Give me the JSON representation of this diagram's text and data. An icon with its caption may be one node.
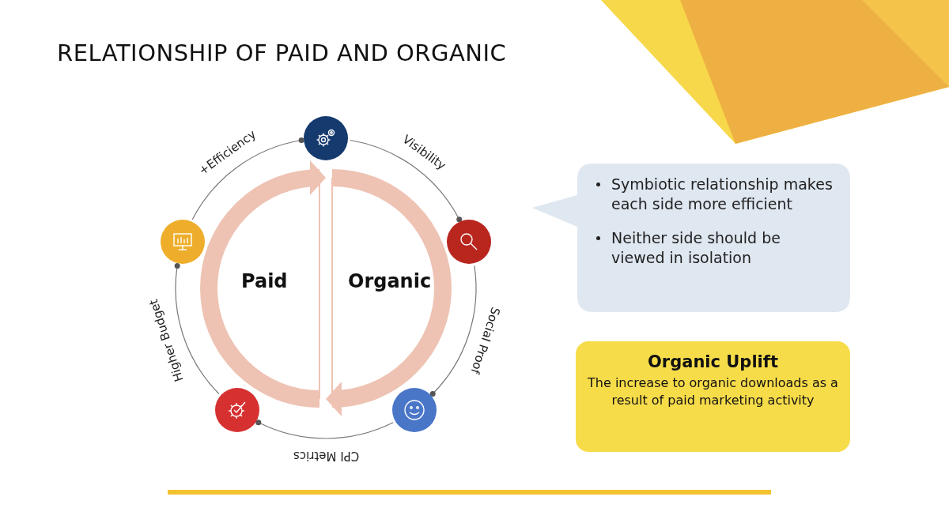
{
  "diagram": {
    "title": "RELATIONSHIP OF PAID AND ORGANIC",
    "nodes": [
      {
        "text": [],
        "shape": "circle"
      },
      {
        "text": [],
        "shape": "circle"
      },
      {
        "text": [],
        "shape": "circle"
      },
      {
        "text": [],
        "shape": "circle"
      },
      {
        "text": [],
        "shape": "circle"
      },
      {
        "text": [
          "Symbiotic relationship makes each side more efficient",
          "Neither side should be viewed in isolation"
        ]
      },
      {
        "text": [
          "Organic Uplift",
          "The increase to organic downloads as a result of paid marketing activity"
        ]
      }
    ],
    "edges": [
      {
        "from": 0,
        "to": 1,
        "arrow": "other",
        "label": "Visibility"
      },
      {
        "from": 1,
        "to": 2,
        "arrow": "other",
        "label": "Social Proof"
      },
      {
        "from": 2,
        "to": 3,
        "arrow": "other",
        "label": "CPI Metrics"
      },
      {
        "from": 3,
        "to": 4,
        "arrow": "other",
        "label": "Higher Budget"
      },
      {
        "from": 4,
        "to": 0,
        "arrow": "other",
        "label": "+Efficiency"
      }
    ],
    "labels": [
      "Paid",
      "Organic"
    ]
  }
}
